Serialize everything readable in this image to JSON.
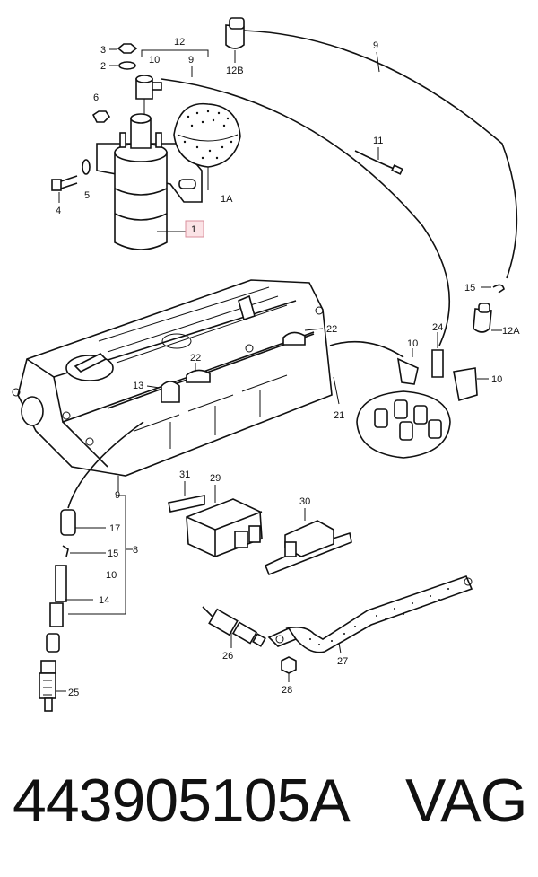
{
  "diagram": {
    "labels": [
      {
        "id": "3",
        "text": "3"
      },
      {
        "id": "2",
        "text": "2"
      },
      {
        "id": "12",
        "text": "12"
      },
      {
        "id": "10a",
        "text": "10"
      },
      {
        "id": "9a",
        "text": "9"
      },
      {
        "id": "12B",
        "text": "12B"
      },
      {
        "id": "9b",
        "text": "9"
      },
      {
        "id": "6",
        "text": "6"
      },
      {
        "id": "11",
        "text": "11"
      },
      {
        "id": "5",
        "text": "5"
      },
      {
        "id": "4",
        "text": "4"
      },
      {
        "id": "1A",
        "text": "1A"
      },
      {
        "id": "1",
        "text": "1"
      },
      {
        "id": "15a",
        "text": "15"
      },
      {
        "id": "12A",
        "text": "12A"
      },
      {
        "id": "22a",
        "text": "22"
      },
      {
        "id": "24",
        "text": "24"
      },
      {
        "id": "10b",
        "text": "10"
      },
      {
        "id": "22b",
        "text": "22"
      },
      {
        "id": "13",
        "text": "13"
      },
      {
        "id": "10c",
        "text": "10"
      },
      {
        "id": "21",
        "text": "21"
      },
      {
        "id": "9c",
        "text": "9"
      },
      {
        "id": "31",
        "text": "31"
      },
      {
        "id": "29",
        "text": "29"
      },
      {
        "id": "17",
        "text": "17"
      },
      {
        "id": "15b",
        "text": "15"
      },
      {
        "id": "8",
        "text": "8"
      },
      {
        "id": "10d",
        "text": "10"
      },
      {
        "id": "30",
        "text": "30"
      },
      {
        "id": "14",
        "text": "14"
      },
      {
        "id": "27",
        "text": "27"
      },
      {
        "id": "26",
        "text": "26"
      },
      {
        "id": "25",
        "text": "25"
      },
      {
        "id": "28",
        "text": "28"
      }
    ]
  },
  "footer": {
    "part_number": "443905105A",
    "brand": "VAG"
  }
}
